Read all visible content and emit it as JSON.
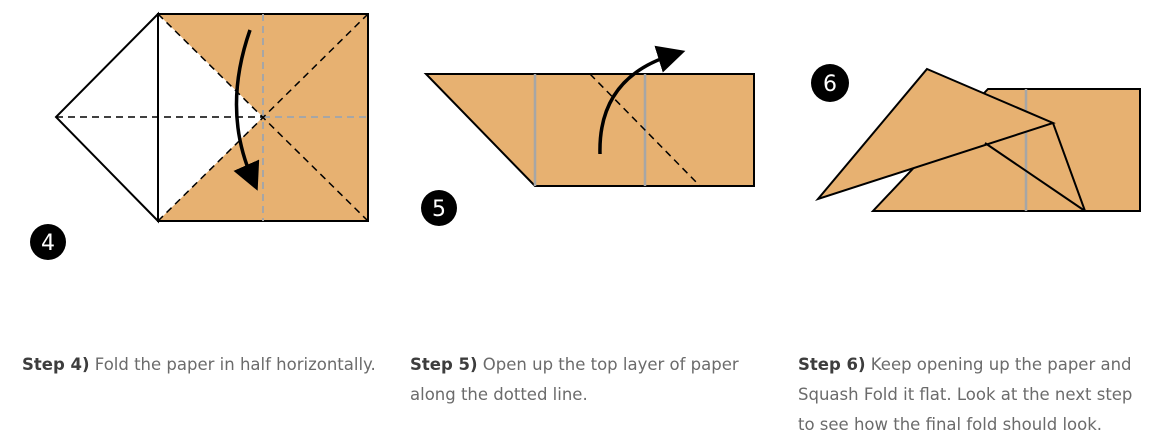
{
  "colors": {
    "paper": "#E7B171",
    "outline": "#000000",
    "crease_gray": "#A6A6A6",
    "badge": "#000000"
  },
  "steps": [
    {
      "number": "4",
      "label": "Step 4)",
      "text": " Fold the paper in half horizontally."
    },
    {
      "number": "5",
      "label": "Step 5)",
      "text": " Open up the top layer of paper along the dotted line."
    },
    {
      "number": "6",
      "label": "Step 6)",
      "text": " Keep opening up the paper and Squash Fold it flat. Look at the next step to see how the final fold should look."
    }
  ]
}
